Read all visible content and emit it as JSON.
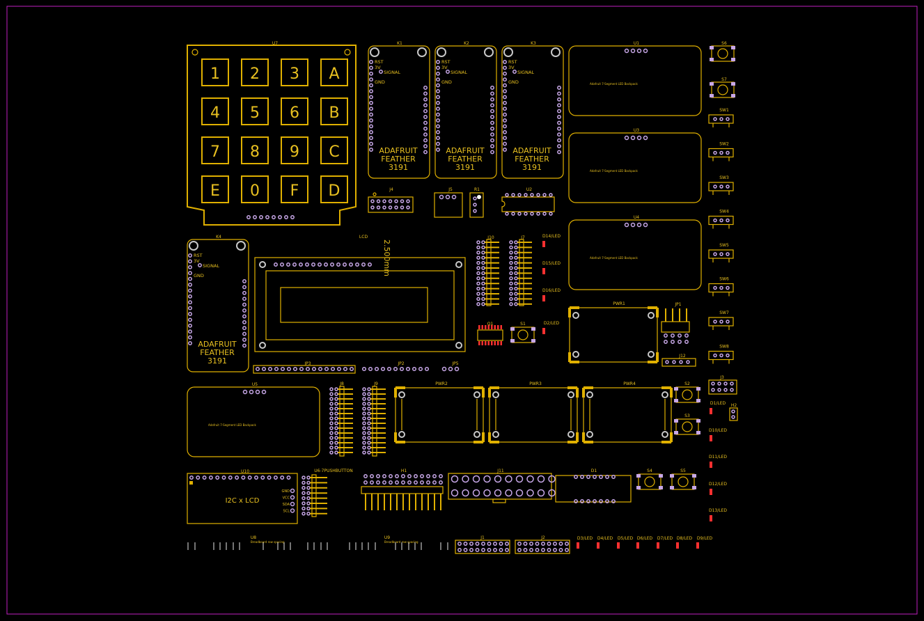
{
  "keypad": {
    "ref": "U7",
    "keys": [
      "1",
      "2",
      "3",
      "A",
      "4",
      "5",
      "6",
      "B",
      "7",
      "8",
      "9",
      "C",
      "E",
      "0",
      "F",
      "D"
    ]
  },
  "feathers": [
    {
      "ref": "K1",
      "pins": [
        "RST",
        "3V",
        "SIGNAL",
        "GND"
      ],
      "brand": [
        "ADAFRUIT",
        "FEATHER",
        "3191"
      ]
    },
    {
      "ref": "K2",
      "pins": [
        "RST",
        "3V",
        "SIGNAL",
        "GND"
      ],
      "brand": [
        "ADAFRUIT",
        "FEATHER",
        "3191"
      ]
    },
    {
      "ref": "K3",
      "pins": [
        "RST",
        "3V",
        "SIGNAL",
        "GND"
      ],
      "brand": [
        "ADAFRUIT",
        "FEATHER",
        "3191"
      ]
    },
    {
      "ref": "K4",
      "pins": [
        "RST",
        "3V",
        "SIGNAL",
        "GND"
      ],
      "brand": [
        "ADAFRUIT",
        "FEATHER",
        "3191"
      ]
    }
  ],
  "backpacks": [
    {
      "ref": "U1",
      "text": "Adafruit 7-Segment LED Backpack"
    },
    {
      "ref": "U3",
      "text": "Adafruit 7-Segment LED Backpack"
    },
    {
      "ref": "U4",
      "text": "Adafruit 7-Segment LED Backpack"
    },
    {
      "ref": "U5",
      "text": "Adafruit 7-Segment LED Backpack"
    }
  ],
  "switches": [
    "SW1",
    "SW2",
    "SW3",
    "SW4",
    "SW5",
    "SW6",
    "SW7",
    "SW8"
  ],
  "buttons_right": [
    "S6",
    "S7"
  ],
  "refs": {
    "j4": "J4",
    "j5": "J5",
    "r1": "R1",
    "u2": "U2",
    "lcd": "LCD",
    "dim": "2.500mm",
    "j10": "J10",
    "j7": "J7",
    "q1": "Q1",
    "s1": "S1",
    "pwr1": "PWR1",
    "jp1": "JP1",
    "j12": "J12",
    "jp3": "JP3",
    "jp2": "JP2",
    "jp5": "JP5",
    "j8": "J8",
    "j9": "J9",
    "pwr2": "PWR2",
    "pwr3": "PWR3",
    "pwr4": "PWR4",
    "s2": "S2",
    "s3": "S3",
    "j3": "J3",
    "h2": "H2",
    "u10": "U10",
    "u10_text": "I2C x LCD",
    "u10_pins": [
      "GND",
      "VCC",
      "SDA",
      "SCL"
    ],
    "u6": "U6-7PUSHBUTTON",
    "h1": "H1",
    "j11": "J11",
    "d1": "D1",
    "s4": "S4",
    "s5": "S5",
    "u8": "U8",
    "u8_text": "Breadboard row spacing",
    "u9": "U9",
    "u9_text": "Breadboard row spacing",
    "j1": "J1",
    "j2": "J2"
  },
  "leds_mid": [
    "D14/LED",
    "D15/LED",
    "D16/LED",
    "D2/LED"
  ],
  "leds_right": [
    "D1/LED",
    "D10/LED",
    "D11/LED",
    "D12/LED",
    "D13/LED"
  ],
  "leds_bottom": [
    "D3/LED",
    "D4/LED",
    "D5/LED",
    "D6/LED",
    "D7/LED",
    "D8/LED",
    "D9/LED"
  ],
  "colors": {
    "silk": "#e0b000",
    "pad": "#c8a8e8",
    "led": "#ff3030",
    "outline": "#c020c0",
    "bg": "#000000"
  }
}
